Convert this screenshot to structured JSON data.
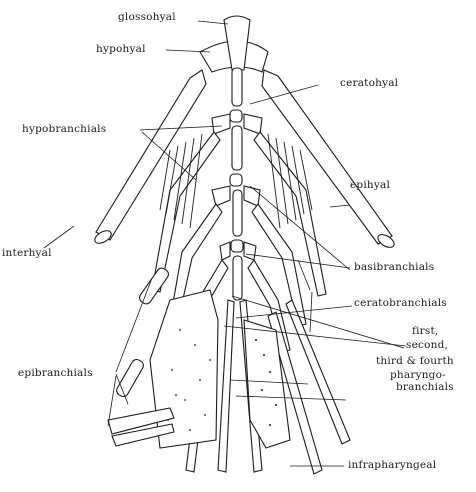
{
  "labels": {
    "glossohyal": "glossohyal",
    "hypohyal": "hypohyal",
    "ceratohyal": "ceratohyal",
    "hypobranchials": "hypobranchials",
    "epihyal": "epihyal",
    "interhyal": "interhyal",
    "basibranchials": "basibranchials",
    "ceratobranchials": "ceratobranchials",
    "first": "first,",
    "second": "second,",
    "third_fourth": "third & fourth",
    "pharyngo": "pharyngo-",
    "branchials": "branchials",
    "epibranchials": "epibranchials",
    "infrapharyngeal": "infrapharyngeal"
  }
}
